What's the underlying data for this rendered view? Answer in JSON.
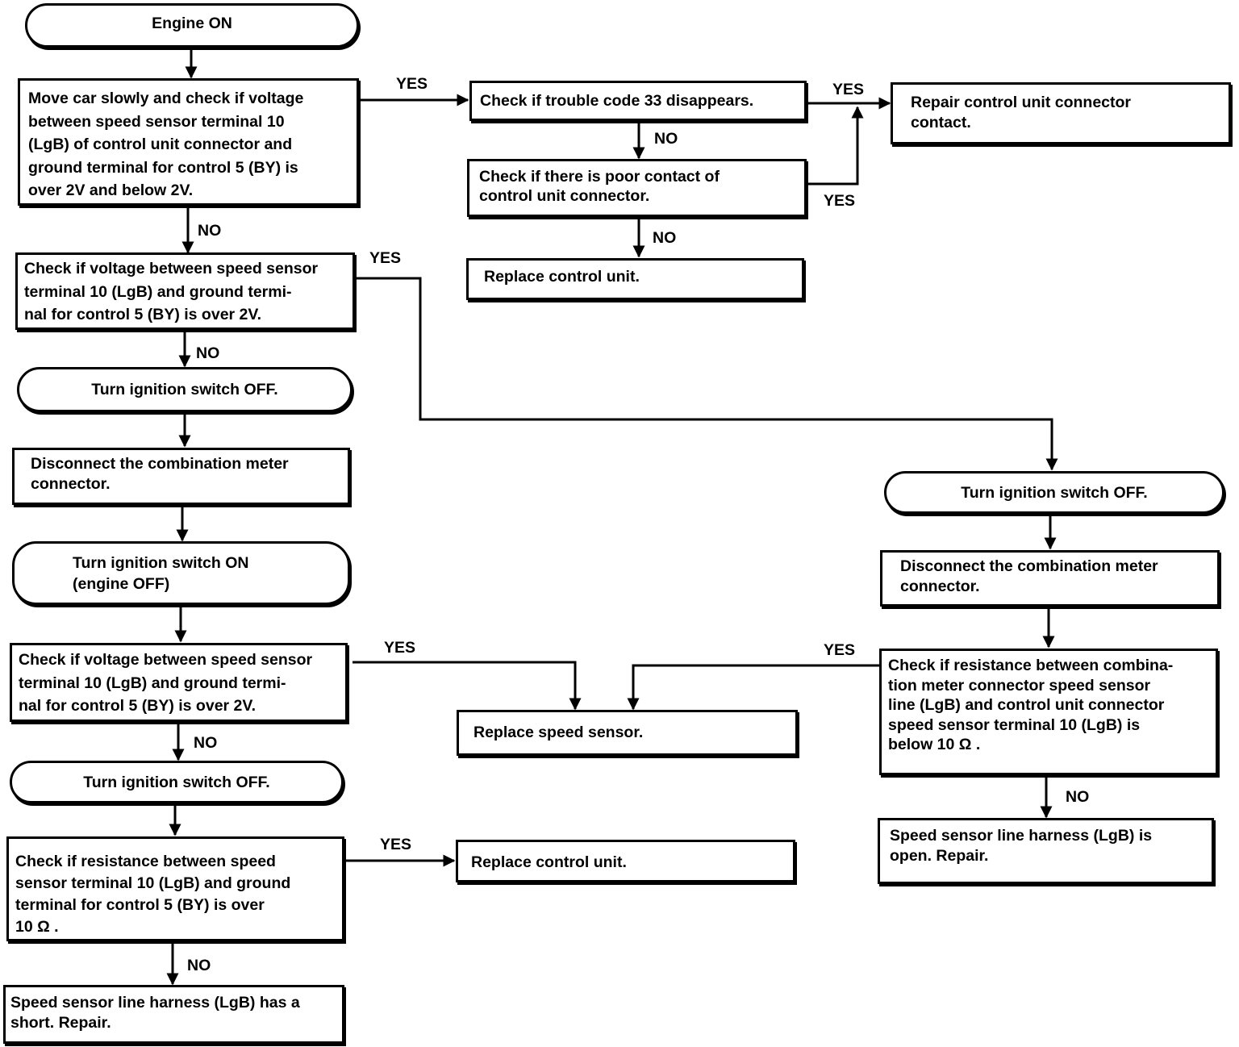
{
  "nodes": {
    "engine_on": "Engine ON",
    "move_car_check": "Move car slowly and check if voltage\nbetween speed sensor terminal 10\n(LgB) of control unit connector and\nground terminal for control 5 (BY) is\nover 2V and below 2V.",
    "check_code_33": "Check if trouble code 33 disappears.",
    "repair_connector_contact": "Repair control unit connector\ncontact.",
    "check_poor_contact": "Check if there is poor contact of\ncontrol unit connector.",
    "replace_control_unit_top": "Replace control unit.",
    "check_voltage_1": "Check if voltage between speed sensor\nterminal 10 (LgB) and ground termi-\nnal for control 5 (BY) is over 2V.",
    "ign_off_left_1": "Turn ignition switch OFF.",
    "disconnect_meter_left": "Disconnect the combination meter\nconnector.",
    "ign_on": "Turn ignition switch ON\n(engine OFF)",
    "check_voltage_2": "Check if voltage between speed sensor\nterminal 10 (LgB) and ground termi-\nnal for control 5 (BY) is over 2V.",
    "replace_speed_sensor": "Replace speed sensor.",
    "ign_off_left_2": "Turn ignition switch OFF.",
    "check_resistance_ground": "Check if resistance between speed\nsensor terminal 10 (LgB) and ground\nterminal for control 5 (BY) is over\n10 Ω .",
    "replace_control_unit_bottom": "Replace control unit.",
    "harness_short": "Speed sensor line harness (LgB) has a\nshort. Repair.",
    "ign_off_right": "Turn ignition switch OFF.",
    "disconnect_meter_right": "Disconnect the combination meter\nconnector.",
    "check_resistance_line": "Check if resistance between combina-\ntion meter connector speed sensor\nline (LgB) and control unit connector\nspeed sensor terminal 10 (LgB) is\nbelow 10 Ω .",
    "harness_open": "Speed sensor line harness (LgB) is\nopen. Repair."
  },
  "labels": {
    "yes_1": "YES",
    "yes_2": "YES",
    "no_1": "NO",
    "yes_3": "YES",
    "no_2": "NO",
    "no_3": "NO",
    "yes_4": "YES",
    "no_4": "NO",
    "yes_5": "YES",
    "no_5": "NO",
    "yes_6": "YES",
    "no_6": "NO",
    "yes_7": "YES",
    "no_7": "NO"
  }
}
